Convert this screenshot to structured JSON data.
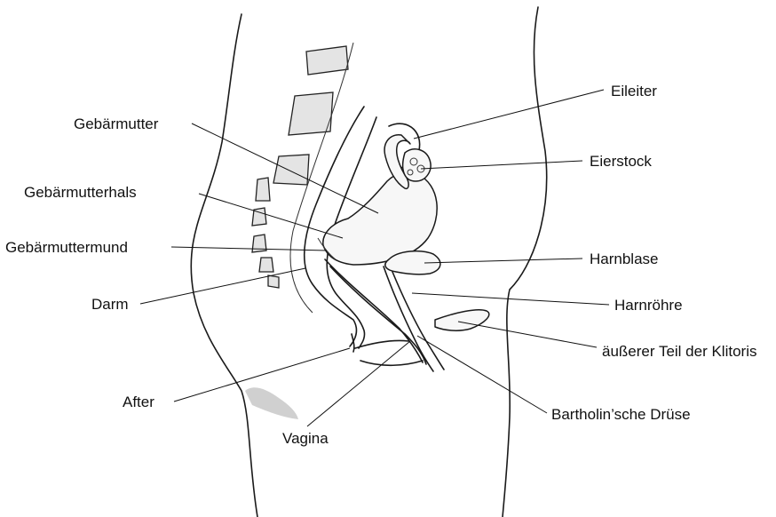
{
  "labels": {
    "eileiter": "Eileiter",
    "gebaermutter": "Gebärmutter",
    "eierstock": "Eierstock",
    "gebaermutterhals": "Gebärmutterhals",
    "gebaermuttermund": "Gebärmuttermund",
    "harnblase": "Harnblase",
    "darm": "Darm",
    "harnroehre": "Harnröhre",
    "klitoris": "äußerer Teil der Klitoris",
    "after": "After",
    "bartholin": "Bartholin’sche Drüse",
    "vagina": "Vagina"
  }
}
